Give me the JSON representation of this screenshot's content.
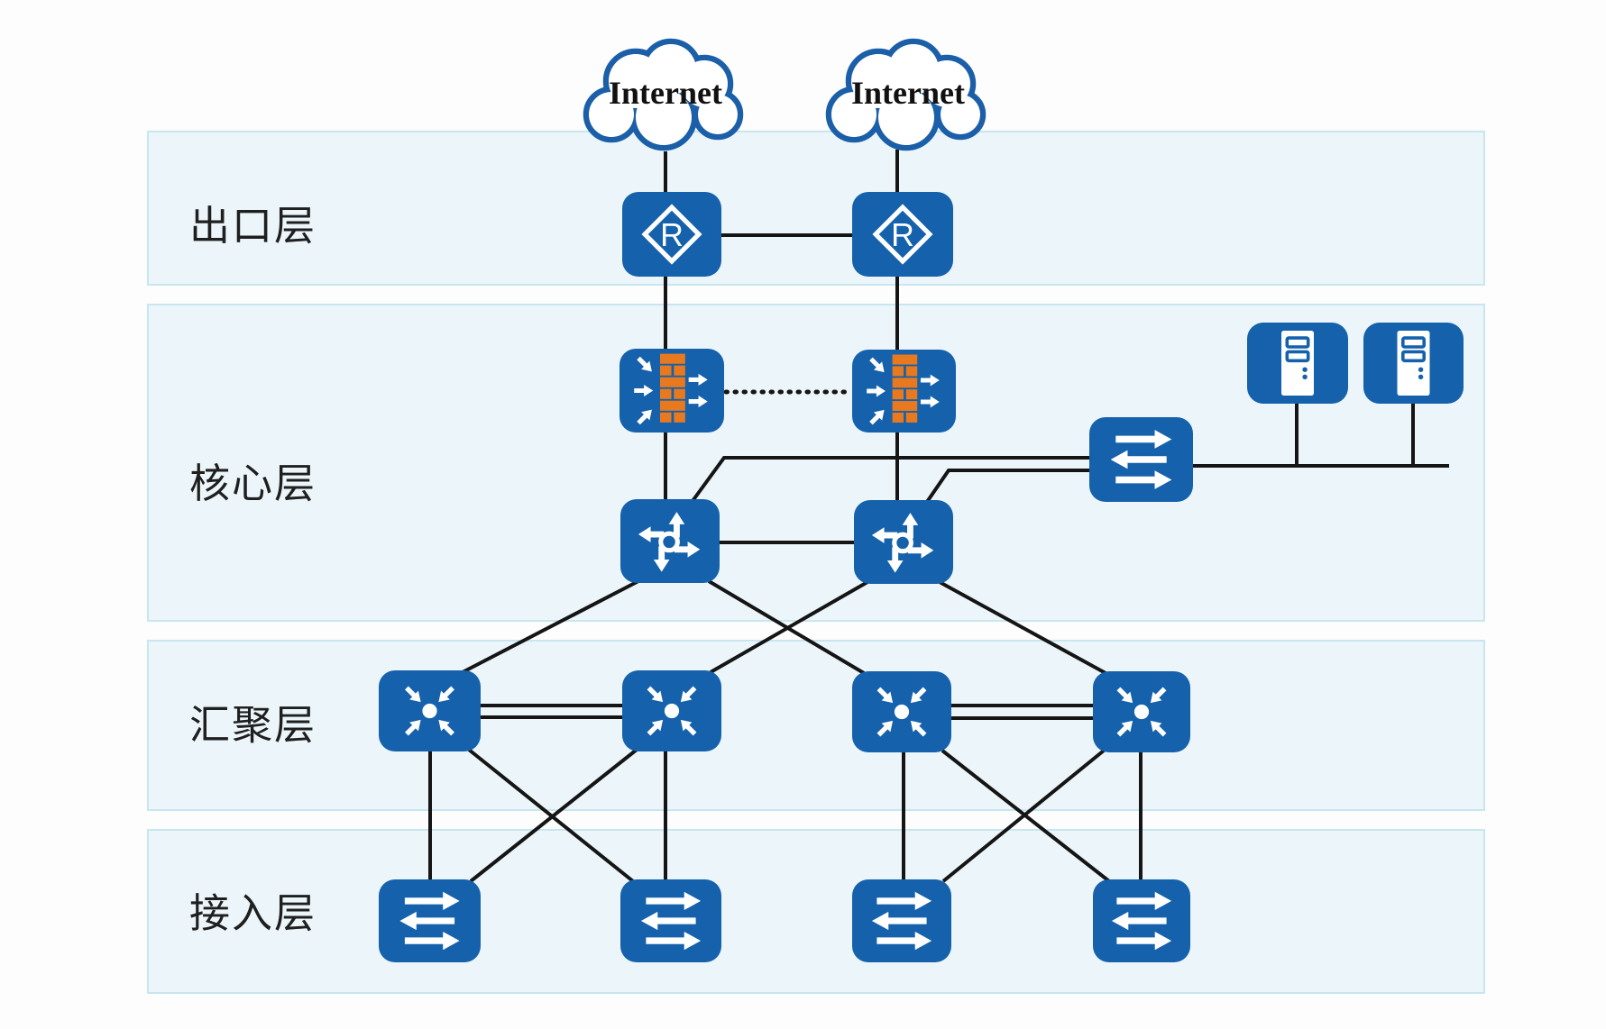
{
  "diagram_title": "campus-network-topology",
  "layers": [
    {
      "label": "出口层"
    },
    {
      "label": "核心层"
    },
    {
      "label": "汇聚层"
    },
    {
      "label": "接入层"
    }
  ],
  "clouds": [
    {
      "label": "Internet"
    },
    {
      "label": "Internet"
    }
  ],
  "router_letter": "R",
  "device_counts": {
    "internet_clouds": 2,
    "routers": 2,
    "firewalls": 2,
    "core_switches": 2,
    "server_switch": 1,
    "servers": 2,
    "aggregation_switches": 4,
    "access_switches": 4
  },
  "icons": {
    "cloud": "cloud-outline",
    "router": "diamond-with-R",
    "firewall": "orange-brick-wall-with-arrows",
    "core_switch": "l3-switch-pinwheel-arrows",
    "aggregation_switch": "inward-arrows-hub",
    "access_switch": "l2-switch-horizontal-arrows",
    "server_switch": "l2-switch-horizontal-arrows",
    "server": "tower-server"
  },
  "links": {
    "firewall_heartbeat_style": "dotted",
    "edges": [
      "internet-1 - router-1",
      "internet-2 - router-2",
      "router-1 - router-2",
      "router-1 - firewall-1",
      "router-2 - firewall-2",
      "firewall-1 - firewall-2",
      "firewall-1 - core-switch-1",
      "firewall-2 - core-switch-2",
      "core-switch-1 - core-switch-2",
      "core-switch-1 - server-switch",
      "core-switch-2 - server-switch",
      "server-switch - server-1",
      "server-switch - server-2",
      "core-switch-1 - agg-switch-1",
      "core-switch-1 - agg-switch-3",
      "core-switch-2 - agg-switch-2",
      "core-switch-2 - agg-switch-4",
      "agg-switch-1 = agg-switch-2 (double)",
      "agg-switch-3 = agg-switch-4 (double)",
      "agg-switch-1 - access-switch-1",
      "agg-switch-1 - access-switch-2",
      "agg-switch-2 - access-switch-1",
      "agg-switch-2 - access-switch-2",
      "agg-switch-3 - access-switch-3",
      "agg-switch-3 - access-switch-4",
      "agg-switch-4 - access-switch-3",
      "agg-switch-4 - access-switch-4"
    ]
  },
  "colors": {
    "device_blue": "#1561ac",
    "brick_orange": "#e8791e",
    "line_black": "#151515",
    "band_fill": "#ecf6fa",
    "band_border": "#c8e6ef",
    "cloud_outline": "#1b5fa8",
    "label_text": "#1f1f1f"
  }
}
